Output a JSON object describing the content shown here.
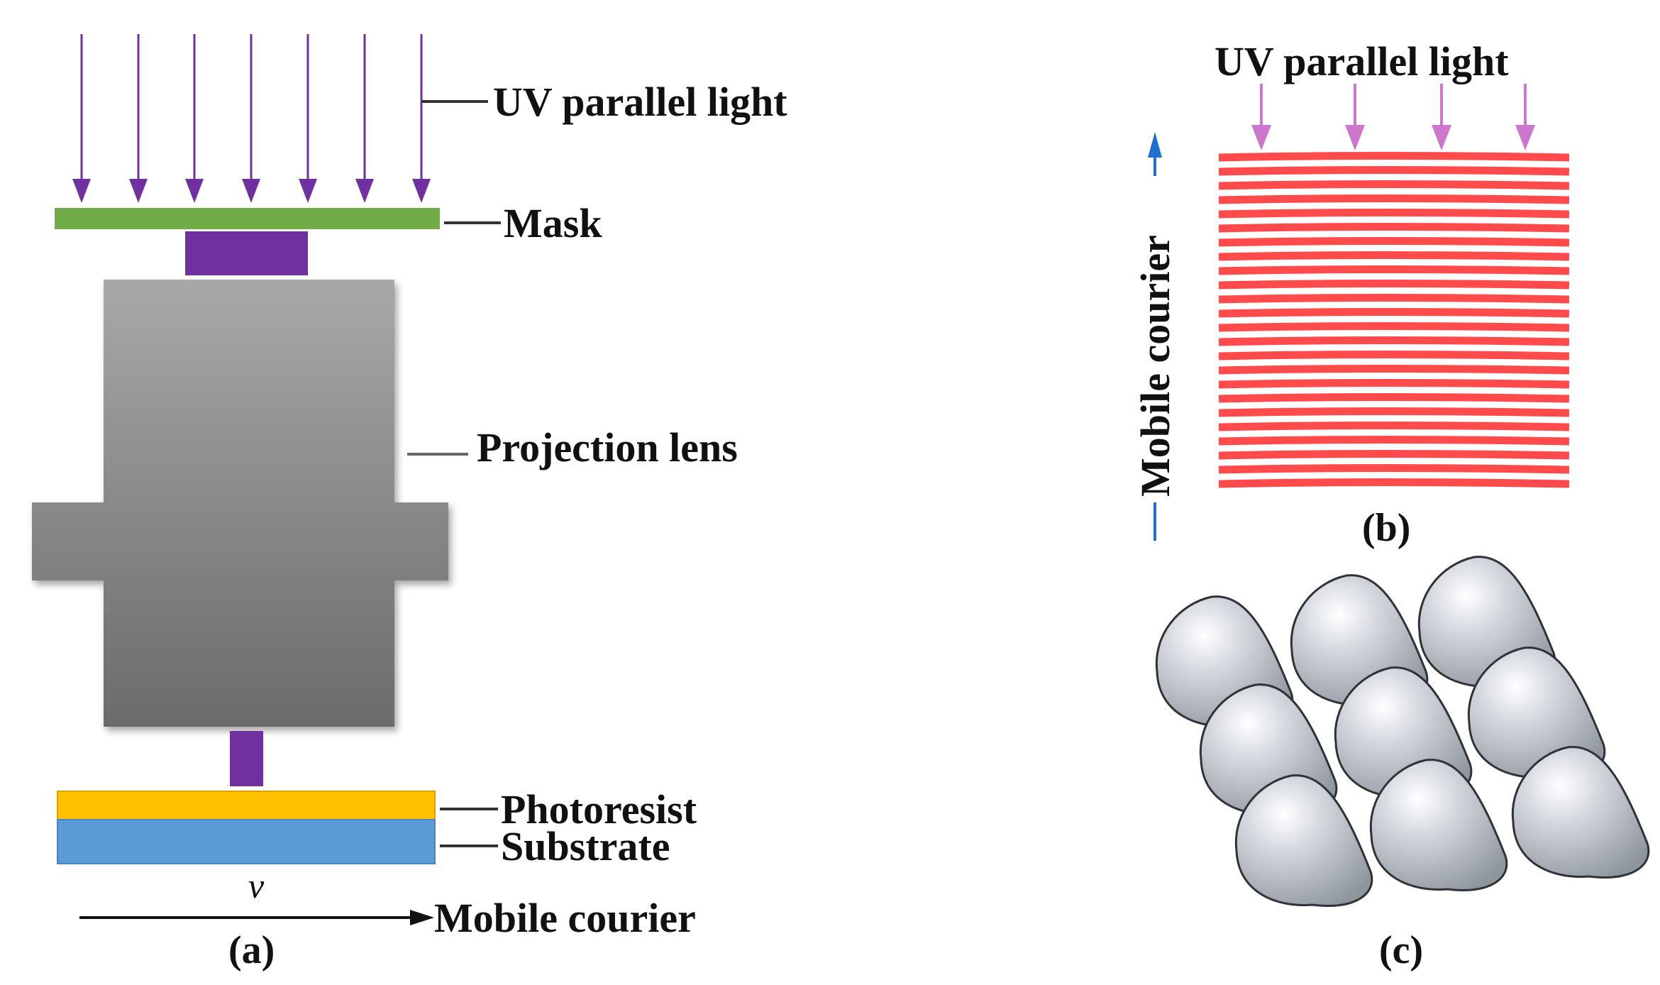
{
  "panel_a": {
    "uv_label": "UV parallel light",
    "mask_label": "Mask",
    "lens_label": "Projection lens",
    "photoresist_label": "Photoresist",
    "substrate_label": "Substrate",
    "velocity_symbol": "v",
    "motion_label": "Mobile courier",
    "caption": "(a)"
  },
  "panel_b": {
    "uv_label": "UV parallel light",
    "motion_label": "Mobile courier",
    "caption": "(b)"
  },
  "panel_c": {
    "caption": "(c)"
  },
  "colors": {
    "uv_arrow_a": "#7030a0",
    "uv_arrow_b": "#cc77cc",
    "mask": "#70ad47",
    "lens_stub": "#7030a0",
    "lens_top": "#a6a6a6",
    "lens_bottom": "#6e6e6e",
    "photoresist": "#ffc000",
    "substrate": "#5b9bd5",
    "stripes": "#ff4b4b",
    "motion_arrow_b": "#1f6fd1"
  }
}
